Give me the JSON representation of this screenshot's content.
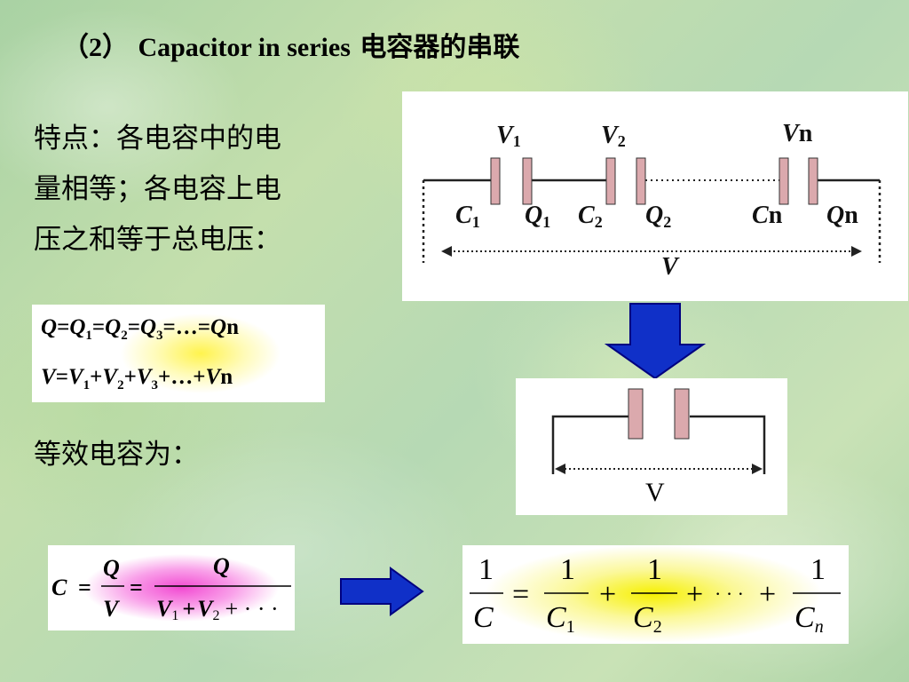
{
  "title": {
    "num": "（2）",
    "en": "Capacitor in series",
    "cn": "电容器的串联"
  },
  "description": [
    "特点：各电容中的电",
    "量相等；各电容上电",
    "压之和等于总电压："
  ],
  "equations": {
    "charge": {
      "vars": [
        "Q",
        "Q",
        "Q",
        "Q",
        "Q"
      ],
      "subs": [
        "",
        "1",
        "2",
        "3",
        "n"
      ],
      "sep": "=",
      "ellipsis": "…"
    },
    "voltage": {
      "vars": [
        "V",
        "V",
        "V",
        "V",
        "V"
      ],
      "subs": [
        "",
        "1",
        "2",
        "3",
        "n"
      ],
      "sep_first": "=",
      "sep": "+",
      "ellipsis": "…"
    }
  },
  "equivalent_label": "等效电容为：",
  "series_circuit": {
    "voltage_labels": [
      {
        "var": "V",
        "sub": "1"
      },
      {
        "var": "V",
        "sub": "2"
      },
      {
        "var": "V",
        "sub": "n"
      }
    ],
    "cap_labels": [
      {
        "var": "C",
        "sub": "1"
      },
      {
        "var": "C",
        "sub": "2"
      },
      {
        "var": "C",
        "sub": "n"
      }
    ],
    "charge_labels": [
      {
        "var": "Q",
        "sub": "1"
      },
      {
        "var": "Q",
        "sub": "2"
      },
      {
        "var": "Q",
        "sub": "n"
      }
    ],
    "total_voltage": "V",
    "plate_color": "#dba9ad"
  },
  "equivalent_circuit": {
    "total_voltage": "V"
  },
  "formula_left": {
    "lhs": "C",
    "eq": "=",
    "numer1": "Q",
    "denom1": "V",
    "numer2": "Q",
    "denom2": {
      "v1": "V",
      "s1": "1",
      "plus": "+",
      "v2": "V",
      "s2": "2",
      "tail": "+ · · ·"
    }
  },
  "formula_right": {
    "one": "1",
    "lhs_den": "C",
    "eq": "=",
    "plus": "+",
    "dots": "· · ·",
    "terms": [
      {
        "var": "C",
        "sub": "1"
      },
      {
        "var": "C",
        "sub": "2"
      },
      {
        "var": "C",
        "sub": "n"
      }
    ]
  },
  "colors": {
    "arrow": "#1030c8",
    "arrow_stroke": "#000080",
    "highlight_yellow": "#fff34d",
    "highlight_pink": "#f24bd2"
  }
}
